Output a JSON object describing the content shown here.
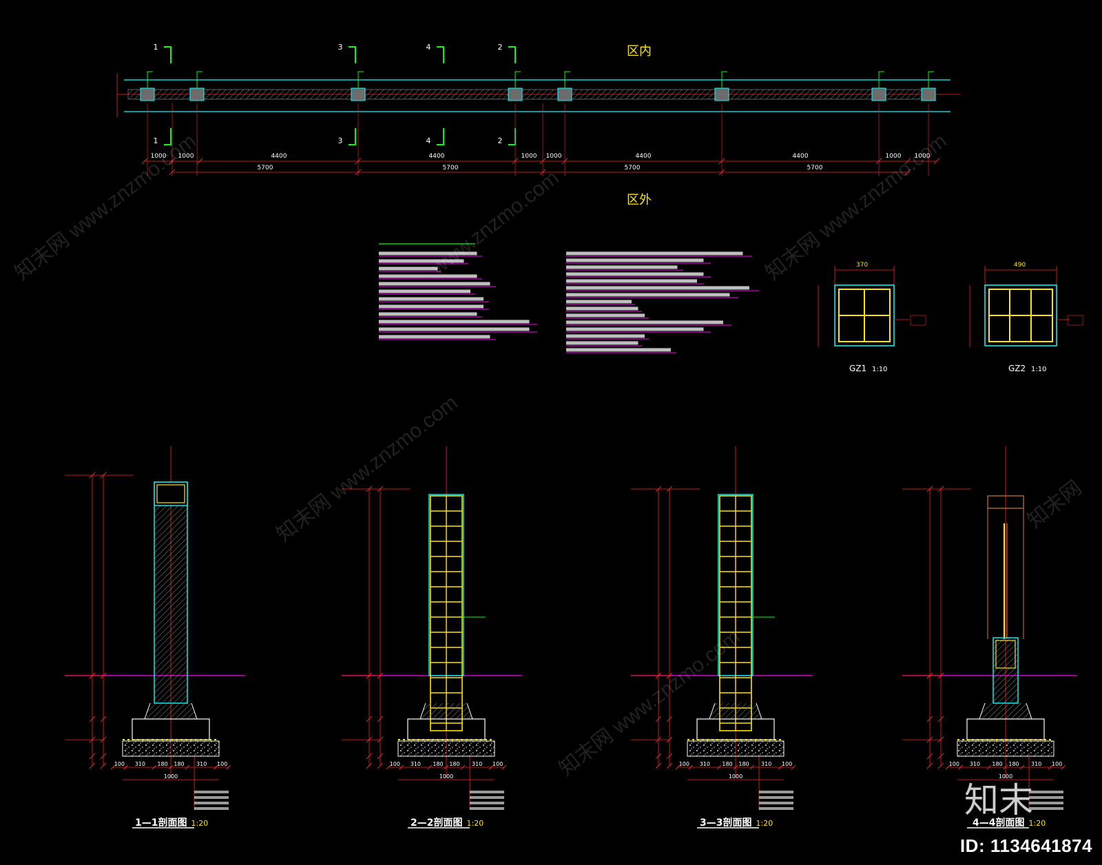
{
  "plan": {
    "zone_inside": "区内",
    "zone_outside": "区外",
    "dims_row1": [
      "1000",
      "1000",
      "4400",
      "4400",
      "1000",
      "1000",
      "4400",
      "4400",
      "1000",
      "1000"
    ],
    "dims_row2": [
      "5700",
      "5700",
      "5700",
      "5700"
    ]
  },
  "sections": [
    {
      "title": "1—1剖面图",
      "scale": "1:20"
    },
    {
      "title": "2—2剖面图",
      "scale": "1:20"
    },
    {
      "title": "3—3剖面图",
      "scale": "1:20"
    },
    {
      "title": "4—4剖面图",
      "scale": "1:20"
    }
  ],
  "columns": [
    {
      "name": "GZ1",
      "scale": "1:10",
      "width": "370"
    },
    {
      "name": "GZ2",
      "scale": "1:10",
      "width": "490"
    }
  ],
  "section_dims": {
    "bottom_row": [
      "100",
      "310",
      "180",
      "180",
      "310",
      "100"
    ],
    "total": "1000"
  },
  "watermark": {
    "site": "www.znzmo.com",
    "brand": "知末网",
    "logo": "知末",
    "id": "ID: 1134641874"
  },
  "colors": {
    "background": "#000000",
    "red": "#ff2020",
    "cyan": "#00ffff",
    "yellow": "#ffe600",
    "green": "#00ff00",
    "magenta": "#ff00ff",
    "white": "#ffffff"
  }
}
